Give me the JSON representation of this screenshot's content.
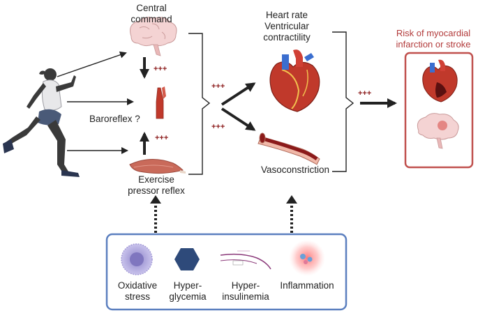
{
  "labels": {
    "central_command": [
      "Central",
      "command"
    ],
    "heart_rate": [
      "Heart rate",
      "Ventricular",
      "contractility"
    ],
    "risk": [
      "Risk of myocardial",
      "infarction or stroke"
    ],
    "baroreflex": "Baroreflex ?",
    "exercise_pressor": [
      "Exercise",
      "pressor reflex"
    ],
    "vasoconstriction": "Vasoconstriction",
    "plus": "+++"
  },
  "factors": [
    {
      "label": [
        "Oxidative",
        "stress"
      ],
      "icon": "cell-icon"
    },
    {
      "label": [
        "Hyper-",
        "glycemia"
      ],
      "icon": "hexagon-icon"
    },
    {
      "label": [
        "Hyper-",
        "insulinemia"
      ],
      "icon": "insulin-graph-icon"
    },
    {
      "label": [
        "Inflammation"
      ],
      "icon": "inflammation-icon"
    }
  ],
  "colors": {
    "factor_border": "#5b7fbf",
    "risk_border": "#c0504d",
    "plus": "#8b1a1a",
    "hexagon": "#2e4a7a",
    "cell": "#b9b3e0"
  }
}
